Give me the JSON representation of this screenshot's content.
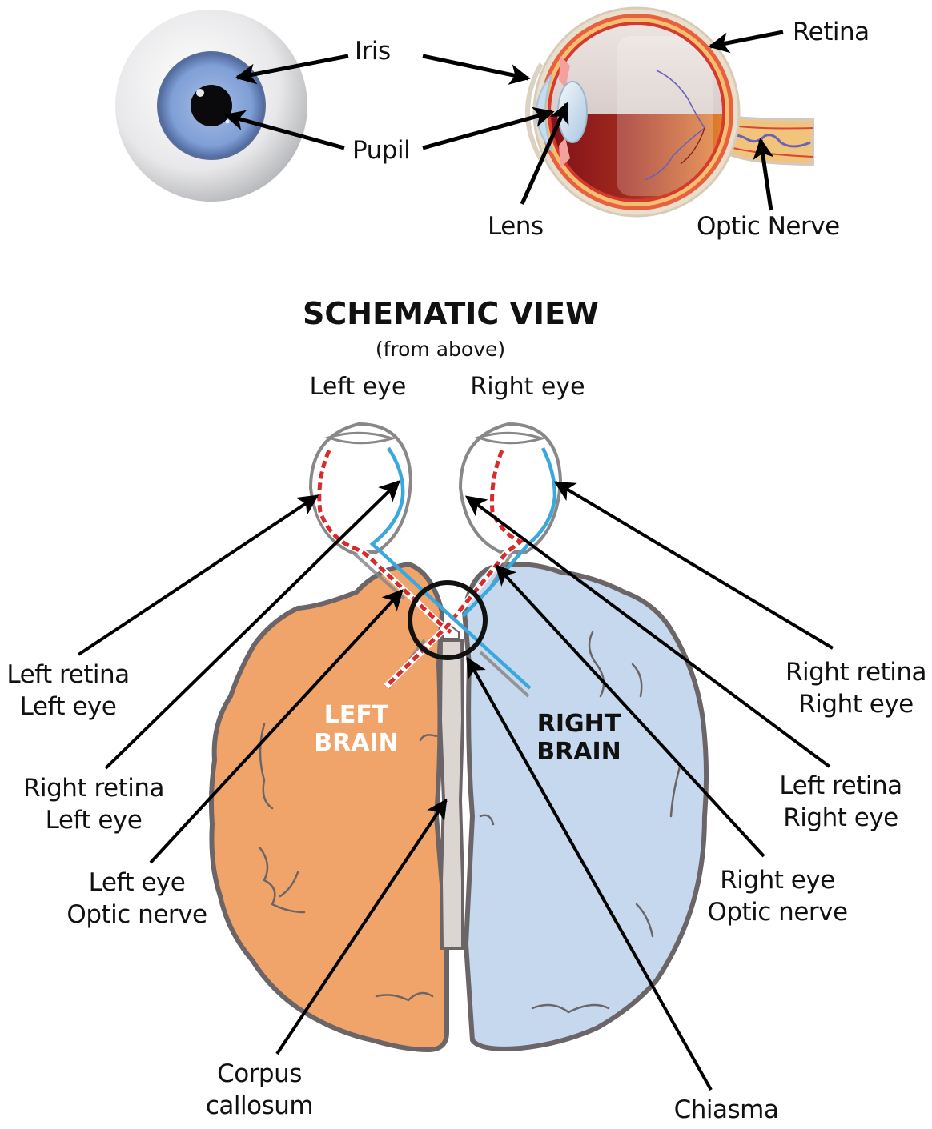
{
  "colors": {
    "left_brain": "#f0a46a",
    "right_brain": "#c5d8ee",
    "corpus_callosum": "#dcd6d2",
    "brain_outline": "#6b6567",
    "left_path_red": "#d92b2b",
    "right_path_blue": "#3aa8dc",
    "iris_blue": "#7f9fd6",
    "arrow": "#000000",
    "left_brain_label": "#ffffff",
    "right_brain_label": "#111111"
  },
  "top": {
    "front_eye_labels": {
      "iris": "Iris",
      "pupil": "Pupil"
    },
    "side_eye_labels": {
      "retina": "Retina",
      "lens": "Lens",
      "optic_nerve": "Optic Nerve"
    }
  },
  "schematic": {
    "title": "SCHEMATIC VIEW",
    "subtitle": "(from above)",
    "left_eye_header": "Left eye",
    "right_eye_header": "Right eye",
    "left_brain": [
      "LEFT",
      "BRAIN"
    ],
    "right_brain": [
      "RIGHT",
      "BRAIN"
    ],
    "left_labels": [
      [
        "Left retina",
        "Left eye"
      ],
      [
        "Right retina",
        "Left eye"
      ],
      [
        "Left eye",
        "Optic nerve"
      ]
    ],
    "right_labels": [
      [
        "Right retina",
        "Right eye"
      ],
      [
        "Left retina",
        "Right eye"
      ],
      [
        "Right eye",
        "Optic nerve"
      ]
    ],
    "bottom_labels": {
      "corpus_callosum": [
        "Corpus",
        "callosum"
      ],
      "chiasma": "Chiasma"
    }
  }
}
